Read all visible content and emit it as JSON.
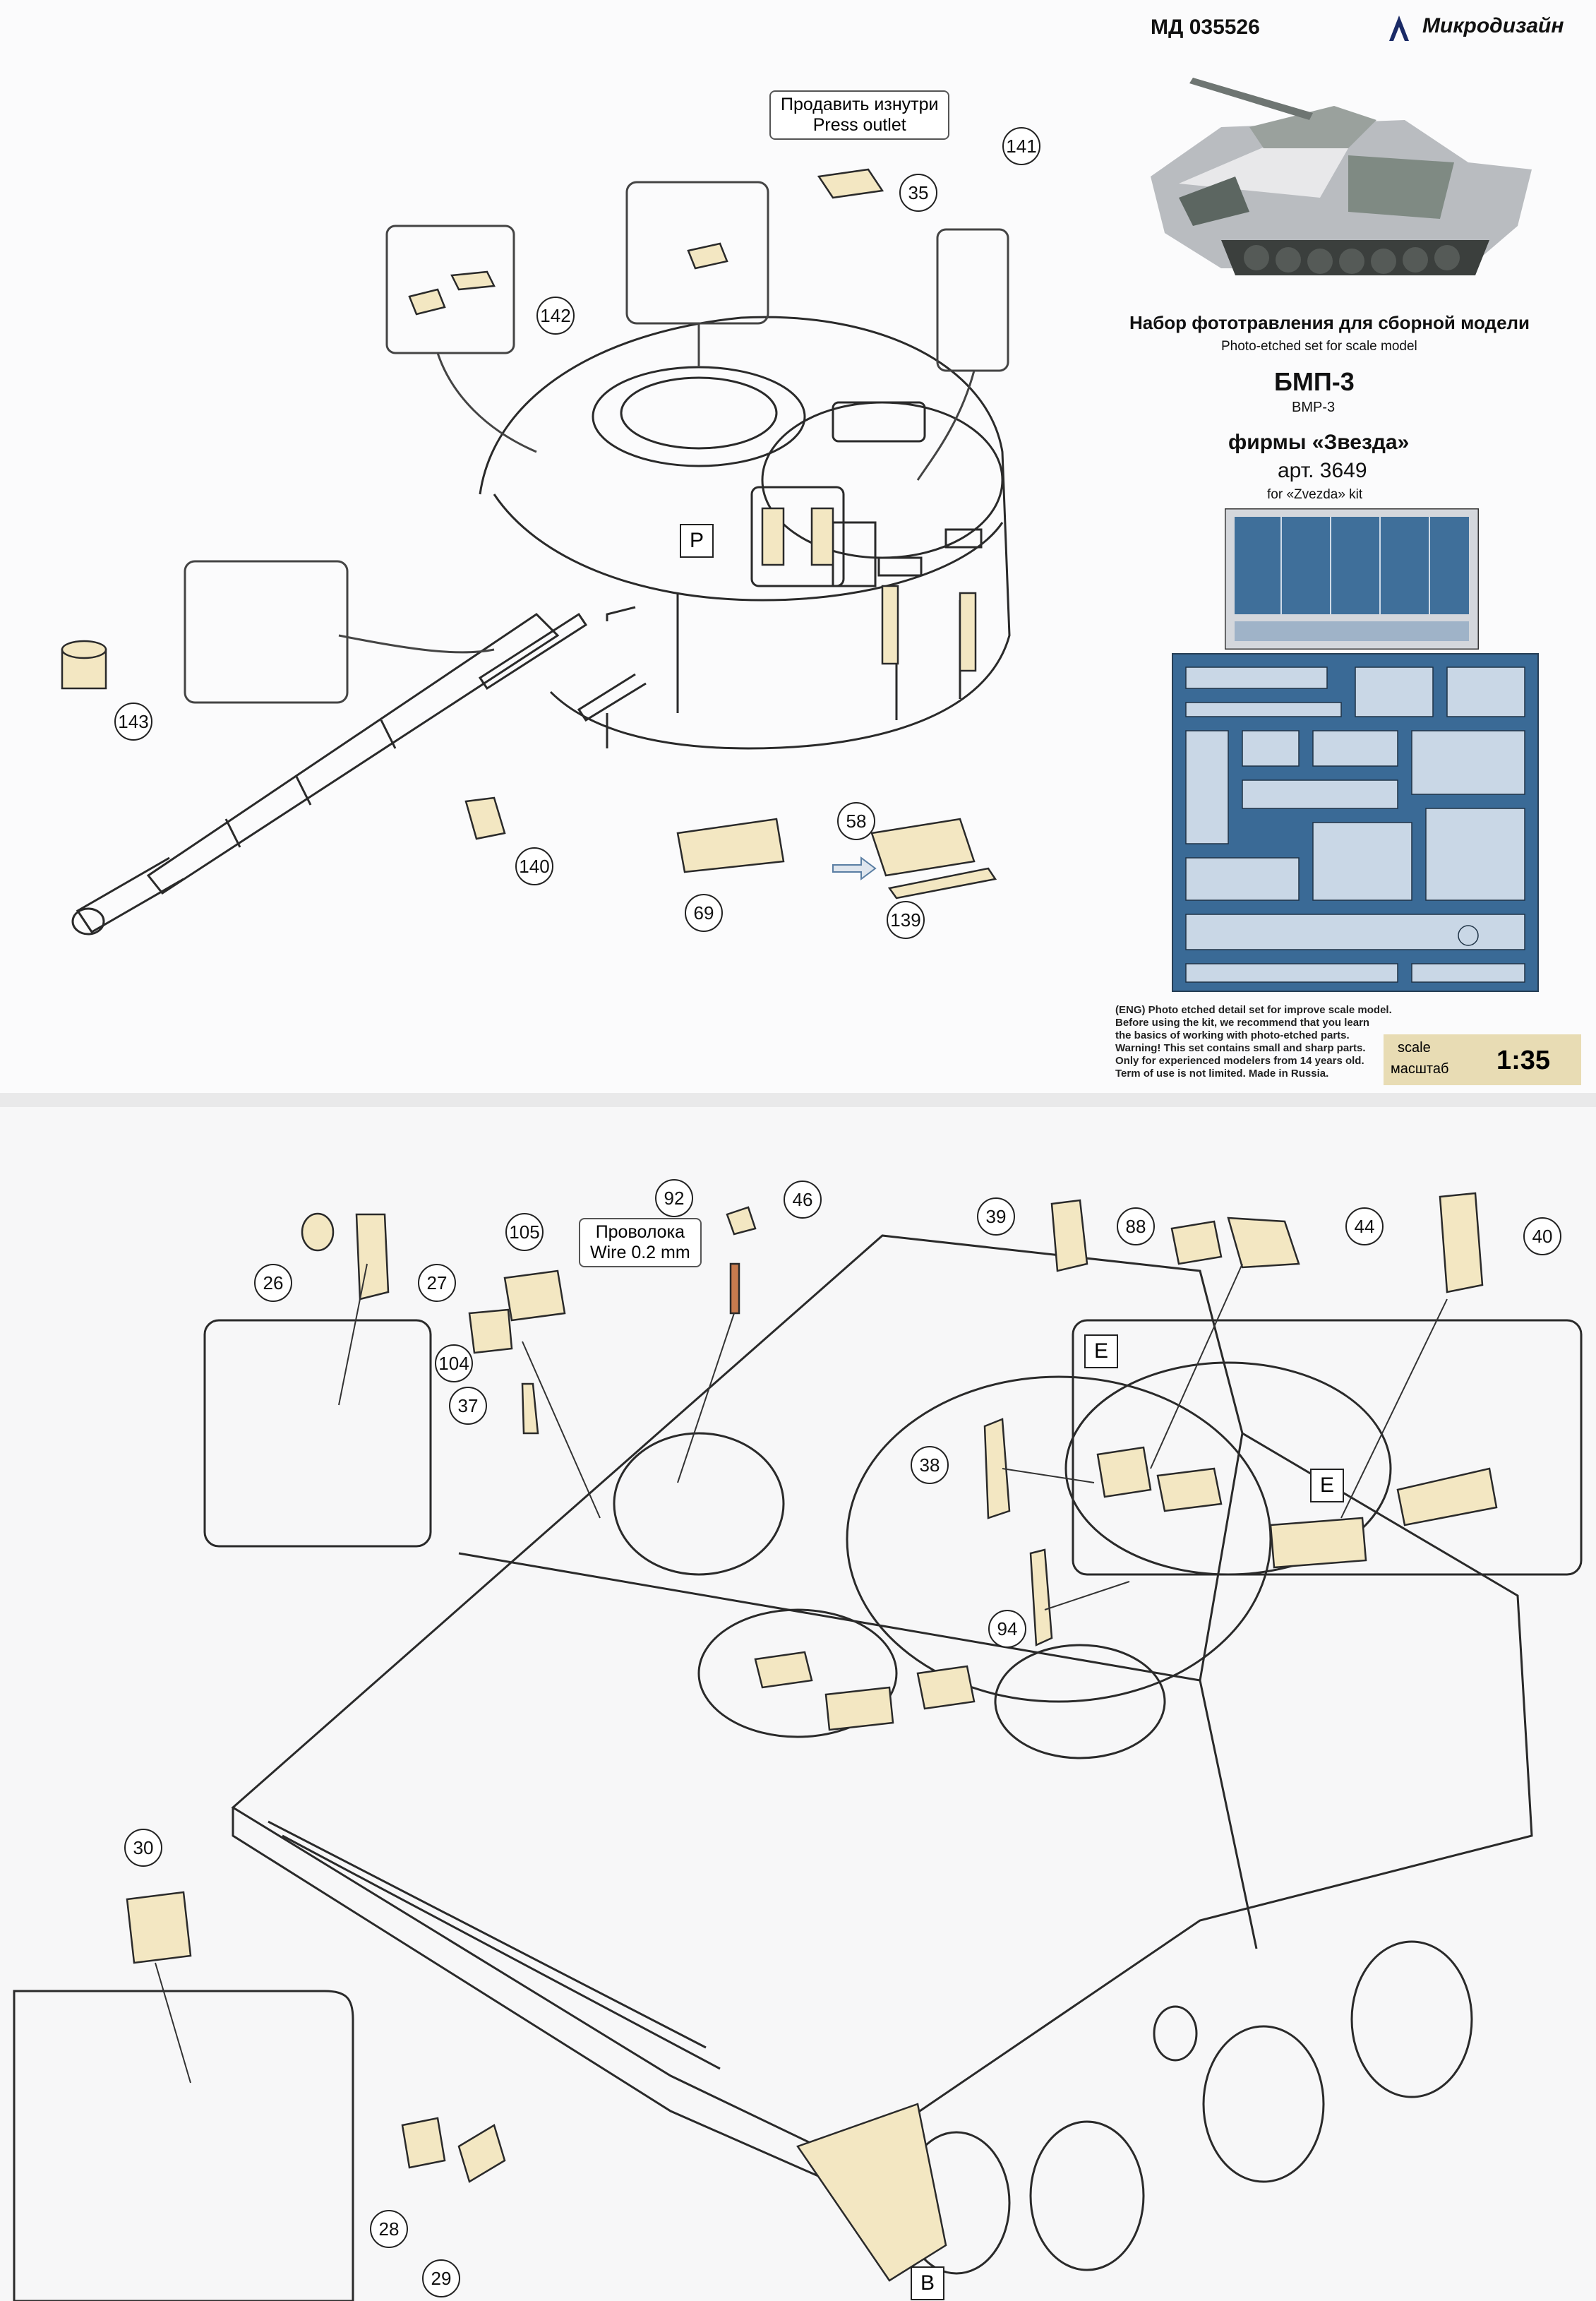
{
  "header": {
    "article_code": "МД 035526",
    "brand": "Микродизайн",
    "title_ru": "Набор фототравления для сборной модели",
    "title_en": "Photo-etched set for scale model",
    "model_ru": "БМП-3",
    "model_en": "BMP-3",
    "firm": "фирмы «Звезда»",
    "art_number": "арт. 3649",
    "for_kit": "for «Zvezda» kit",
    "warning_lines": [
      "(ENG) Photo etched detail set for improve scale model.",
      "Before using the kit, we recommend that you learn",
      "the basics of working with photo-etched parts.",
      "Warning! This set contains small and sharp parts.",
      "Only for experienced modelers from 14 years old.",
      "Term of use is not limited. Made in Russia."
    ],
    "scale_en": "scale",
    "scale_ru": "масштаб",
    "scale_value": "1:35"
  },
  "callouts": {
    "press_outlet_ru": "Продавить изнутри",
    "press_outlet_en": "Press outlet",
    "wire_ru": "Проволока",
    "wire_en": "Wire 0.2 mm"
  },
  "part_numbers_top": [
    "35",
    "141",
    "142",
    "143",
    "140",
    "58",
    "69",
    "139"
  ],
  "part_numbers_bottom": [
    "92",
    "46",
    "39",
    "88",
    "44",
    "40",
    "26",
    "27",
    "105",
    "104",
    "37",
    "38",
    "94",
    "30",
    "28",
    "29"
  ],
  "letters": {
    "p": "P",
    "e1": "E",
    "e2": "E",
    "b": "B"
  },
  "colors": {
    "part_fill": "#f3e7c2",
    "line": "#2a2a2a",
    "scale_bg": "#e8dcb4",
    "fret_blue": "#3f6f9a"
  },
  "icons": [
    "arrow-icon",
    "fret-photo",
    "vehicle-photo",
    "brand-logo-icon"
  ]
}
